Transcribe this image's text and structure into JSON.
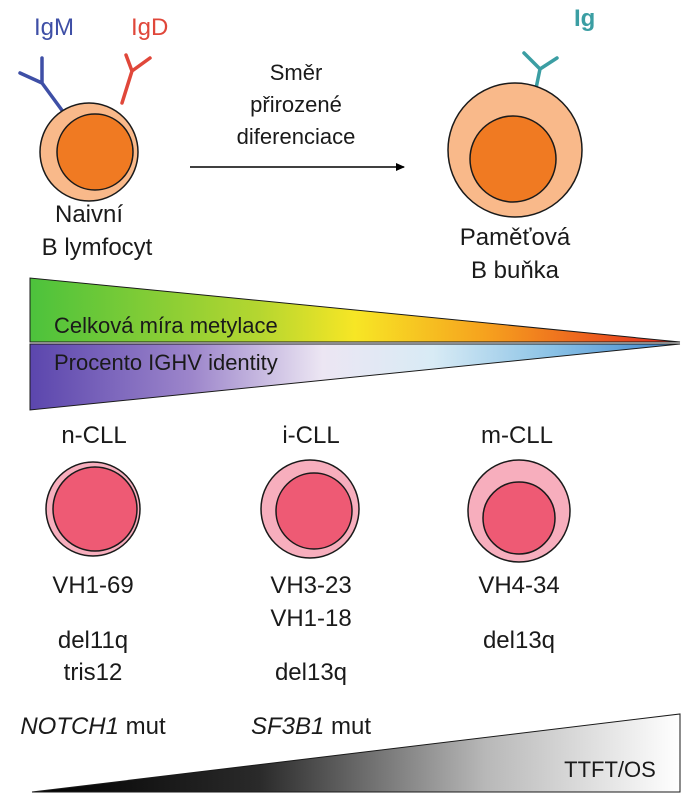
{
  "naive": {
    "ab1": "IgM",
    "ab2": "IgD",
    "label_line1": "Naivní",
    "label_line2": "B lymfocyt"
  },
  "memory": {
    "ab": "Ig",
    "label_line1": "Paměťová",
    "label_line2": "B buňka"
  },
  "arrow": {
    "line1": "Směr",
    "line2": "přirozené",
    "line3": "diferenciace"
  },
  "wedges": {
    "methylation": "Celková míra metylace",
    "ighv": "Procento IGHV identity"
  },
  "groups": [
    {
      "name": "n-CLL",
      "vh": [
        "VH1-69"
      ],
      "cyto": [
        "del11q",
        "tris12"
      ],
      "gene": "NOTCH1",
      "mut": " mut"
    },
    {
      "name": "i-CLL",
      "vh": [
        "VH3-23",
        "VH1-18"
      ],
      "cyto": [
        "del13q"
      ],
      "gene": "SF3B1",
      "mut": " mut"
    },
    {
      "name": "m-CLL",
      "vh": [
        "VH4-34"
      ],
      "cyto": [
        "del13q"
      ]
    }
  ],
  "ttft": "TTFT/OS",
  "colors": {
    "igm": "#3e4fa6",
    "igd": "#e0473a",
    "ig": "#3b9ea3",
    "cell_outer": "#f9b98a",
    "cell_inner": "#f07a22",
    "cll_outer": "#f7aebd",
    "cll_inner": "#ee5a74"
  }
}
